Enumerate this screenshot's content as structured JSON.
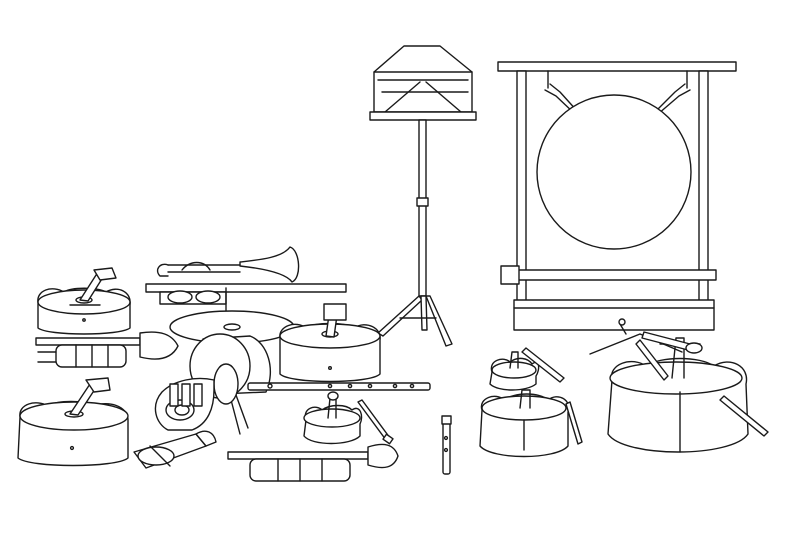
{
  "image": {
    "style": "black line art on white",
    "colors": {
      "background": "#ffffff",
      "line": "#1a1a1a",
      "fill": "#ffffff"
    }
  },
  "objects": {
    "music_stand": "music-stand",
    "gong": "gong-on-frame",
    "acoustic_guitars": 3,
    "trombone": "trombone",
    "trumpets": 3,
    "tuba": "tuba",
    "bass_drum": "bass-drum",
    "cymbal": "cymbal",
    "flute": "flute",
    "clarinet": "clarinet",
    "cello": "cello",
    "violins": 3,
    "bows": 4,
    "drumsticks": 2
  }
}
